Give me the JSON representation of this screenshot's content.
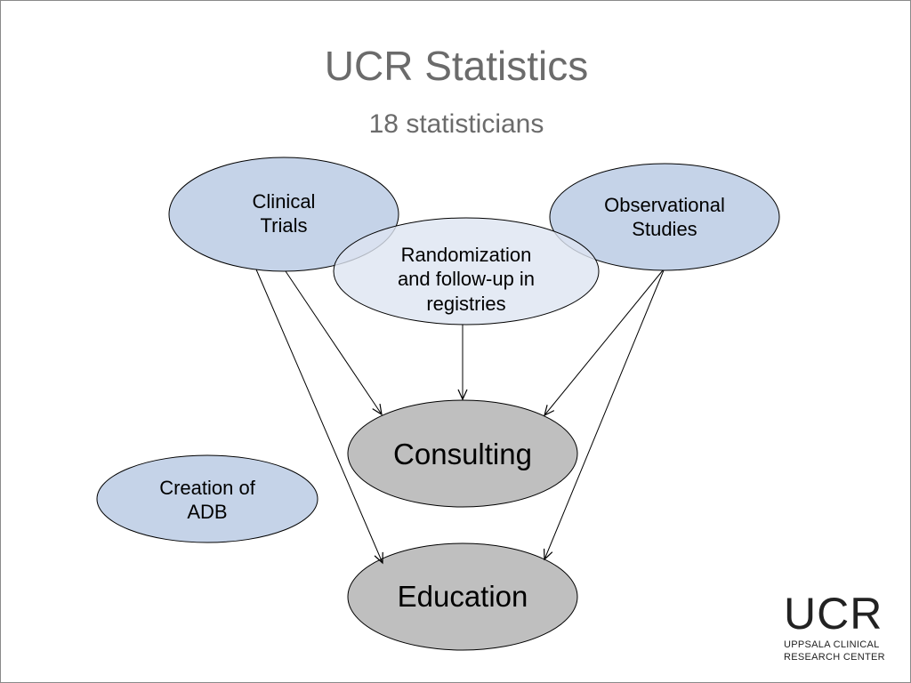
{
  "title": "UCR Statistics",
  "subtitle": "18 statisticians",
  "nodes": {
    "clinical_trials": "Clinical\nTrials",
    "observational_studies": "Observational\nStudies",
    "randomization": "Randomization\nand follow-up in\nregistries",
    "consulting": "Consulting",
    "education": "Education",
    "creation_adb": "Creation of\nADB"
  },
  "colors": {
    "blue_fill": "#c5d3e8",
    "light_blue_fill": "#dde5f1",
    "gray_fill": "#bfbfbf",
    "title_gray": "#6b6b6b"
  },
  "logo": {
    "mark": "UCR",
    "line1": "UPPSALA CLINICAL",
    "line2": "RESEARCH CENTER"
  }
}
